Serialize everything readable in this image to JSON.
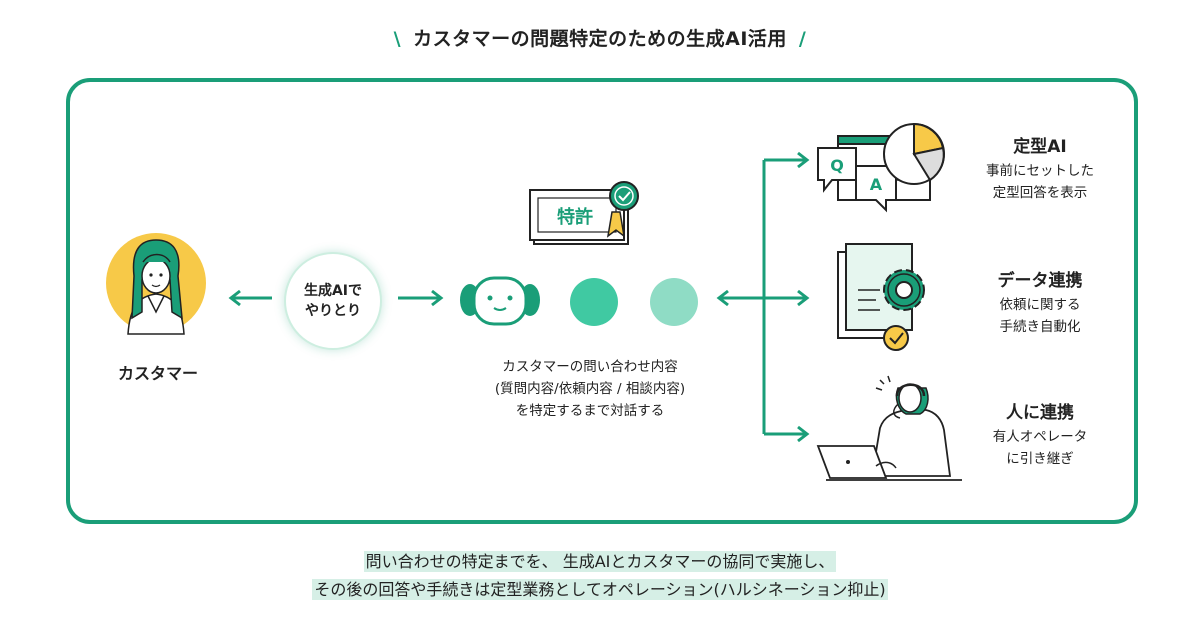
{
  "title": "カスタマーの問題特定のための生成AI活用",
  "customer": {
    "label": "カスタマー"
  },
  "bubble": {
    "line1": "生成AIで",
    "line2": "やりとり"
  },
  "patent": {
    "label": "特許"
  },
  "qa_icon": {
    "q": "Q",
    "a": "A"
  },
  "center_text": {
    "line1": "カスタマーの問い合わせ内容",
    "line2": "(質問内容/依頼内容 / 相談内容)",
    "line3": "を特定するまで対話する"
  },
  "outputs": [
    {
      "title": "定型AI",
      "desc1": "事前にセットした",
      "desc2": "定型回答を表示"
    },
    {
      "title": "データ連携",
      "desc1": "依頼に関する",
      "desc2": "手続き自動化"
    },
    {
      "title": "人に連携",
      "desc1": "有人オペレータ",
      "desc2": "に引き継ぎ"
    }
  ],
  "bottom": {
    "line1": "問い合わせの特定までを、 生成AIとカスタマーの協同で実施し、",
    "line2": "その後の回答や手続きは定型業務としてオペレーション(ハルシネーション抑止)"
  },
  "colors": {
    "accent": "#1a9e78",
    "teal": "#40c9a2",
    "teal_light": "#8fdcc5",
    "yellow": "#f7c948",
    "text": "#222222"
  }
}
